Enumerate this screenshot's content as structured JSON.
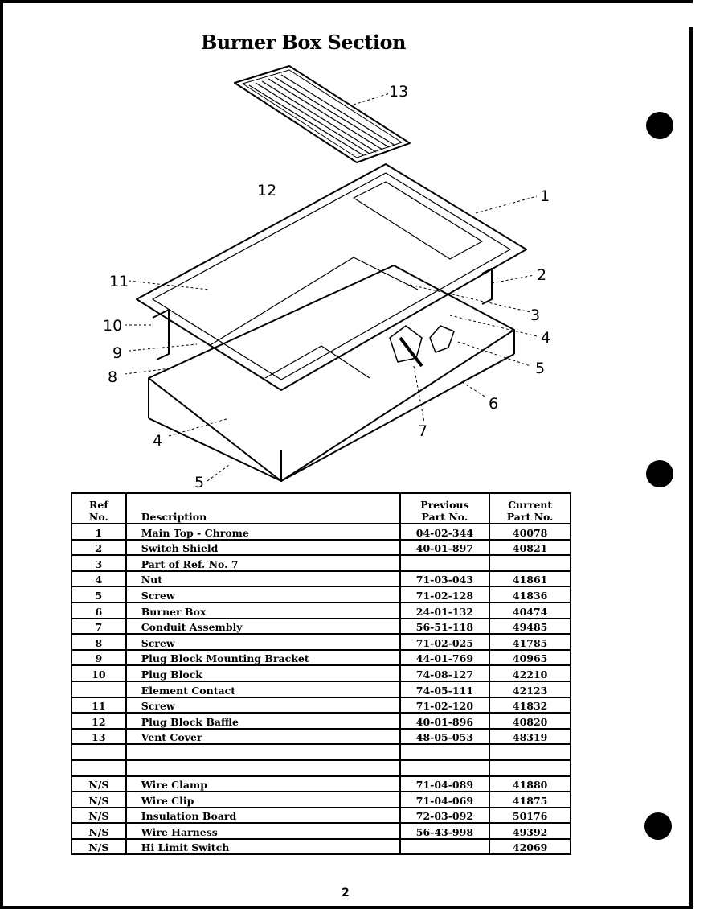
{
  "page": {
    "title": "Burner Box Section",
    "page_number": "2"
  },
  "callouts": [
    "13",
    "12",
    "1",
    "11",
    "2",
    "3",
    "10",
    "4",
    "9",
    "5",
    "8",
    "6",
    "7",
    "4",
    "5"
  ],
  "table": {
    "headers": {
      "ref_line1": "Ref",
      "ref_line2": "No.",
      "description": "Description",
      "previous_line1": "Previous",
      "previous_line2": "Part No.",
      "current_line1": "Current",
      "current_line2": "Part No."
    },
    "rows": [
      {
        "ref": "1",
        "desc": "Main Top - Chrome",
        "prev": "04-02-344",
        "cur": "40078"
      },
      {
        "ref": "2",
        "desc": "Switch Shield",
        "prev": "40-01-897",
        "cur": "40821"
      },
      {
        "ref": "3",
        "desc": "Part of Ref. No. 7",
        "prev": "",
        "cur": ""
      },
      {
        "ref": "4",
        "desc": "Nut",
        "prev": "71-03-043",
        "cur": "41861"
      },
      {
        "ref": "5",
        "desc": "Screw",
        "prev": "71-02-128",
        "cur": "41836"
      },
      {
        "ref": "6",
        "desc": "Burner Box",
        "prev": "24-01-132",
        "cur": "40474"
      },
      {
        "ref": "7",
        "desc": "Conduit Assembly",
        "prev": "56-51-118",
        "cur": "49485"
      },
      {
        "ref": "8",
        "desc": "Screw",
        "prev": "71-02-025",
        "cur": "41785"
      },
      {
        "ref": "9",
        "desc": "Plug Block Mounting Bracket",
        "prev": "44-01-769",
        "cur": "40965"
      },
      {
        "ref": "10",
        "desc": "Plug Block",
        "prev": "74-08-127",
        "cur": "42210"
      },
      {
        "ref": "",
        "desc": "Element Contact",
        "prev": "74-05-111",
        "cur": "42123"
      },
      {
        "ref": "11",
        "desc": "Screw",
        "prev": "71-02-120",
        "cur": "41832"
      },
      {
        "ref": "12",
        "desc": "Plug Block Baffle",
        "prev": "40-01-896",
        "cur": "40820"
      },
      {
        "ref": "13",
        "desc": "Vent Cover",
        "prev": "48-05-053",
        "cur": "48319"
      },
      {
        "ref": "",
        "desc": "",
        "prev": "",
        "cur": ""
      },
      {
        "ref": "",
        "desc": "",
        "prev": "",
        "cur": ""
      },
      {
        "ref": "N/S",
        "desc": "Wire Clamp",
        "prev": "71-04-089",
        "cur": "41880"
      },
      {
        "ref": "N/S",
        "desc": "Wire Clip",
        "prev": "71-04-069",
        "cur": "41875"
      },
      {
        "ref": "N/S",
        "desc": "Insulation Board",
        "prev": "72-03-092",
        "cur": "50176"
      },
      {
        "ref": "N/S",
        "desc": "Wire Harness",
        "prev": "56-43-998",
        "cur": "49392"
      },
      {
        "ref": "N/S",
        "desc": "Hi Limit Switch",
        "prev": "",
        "cur": "42069"
      }
    ]
  }
}
